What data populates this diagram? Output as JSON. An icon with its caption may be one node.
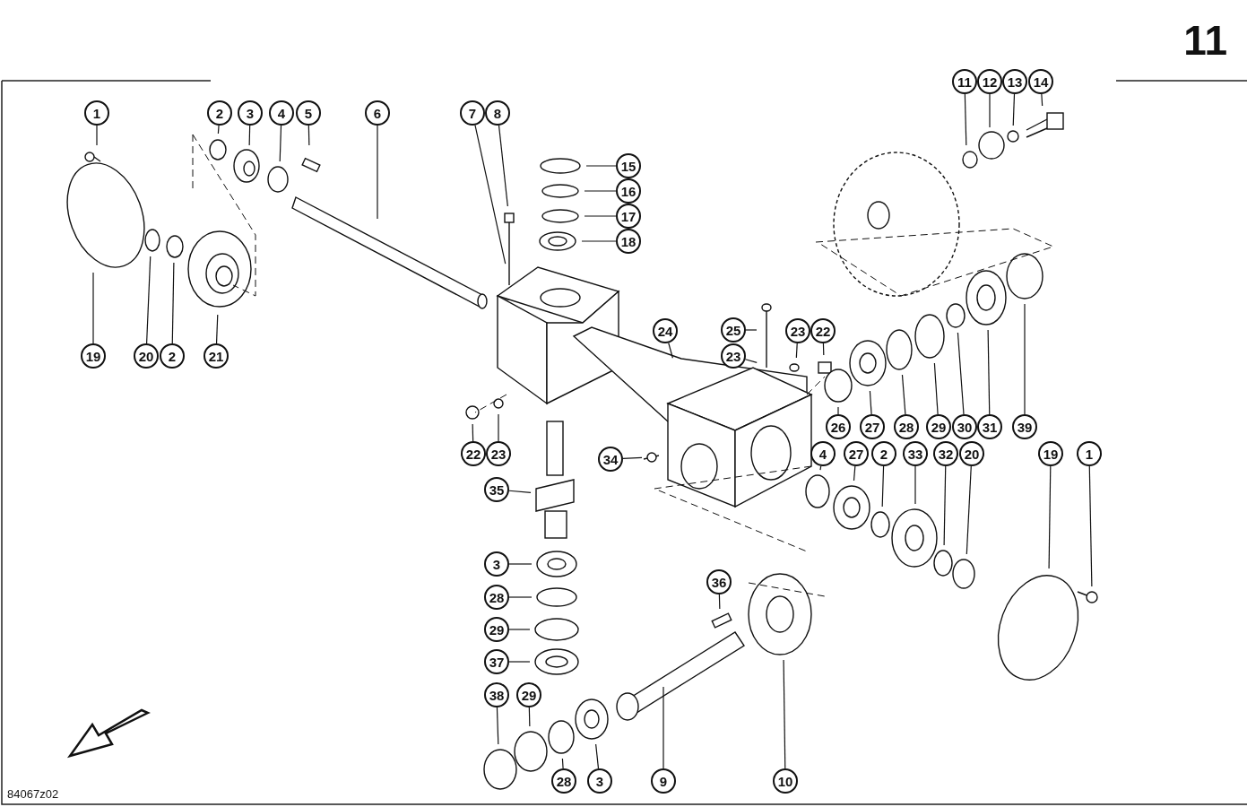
{
  "diagram": {
    "nodes": [
      {
        "text": [
          "1"
        ]
      },
      {
        "text": [
          "2"
        ]
      },
      {
        "text": [
          "3"
        ]
      },
      {
        "text": [
          "4"
        ]
      },
      {
        "text": [
          "5"
        ]
      },
      {
        "text": [
          "6"
        ]
      },
      {
        "text": [
          "7"
        ]
      },
      {
        "text": [
          "8"
        ]
      },
      {
        "text": [
          "15"
        ]
      },
      {
        "text": [
          "16"
        ]
      },
      {
        "text": [
          "17"
        ]
      },
      {
        "text": [
          "18"
        ]
      },
      {
        "text": [
          "11"
        ]
      },
      {
        "text": [
          "12"
        ]
      },
      {
        "text": [
          "13"
        ]
      },
      {
        "text": [
          "14"
        ]
      },
      {
        "text": [
          "19"
        ]
      },
      {
        "text": [
          "20"
        ]
      },
      {
        "text": [
          "2"
        ]
      },
      {
        "text": [
          "21"
        ]
      },
      {
        "text": [
          "24"
        ]
      },
      {
        "text": [
          "25"
        ]
      },
      {
        "text": [
          "23"
        ]
      },
      {
        "text": [
          "23"
        ]
      },
      {
        "text": [
          "22"
        ]
      },
      {
        "text": [
          "22"
        ]
      },
      {
        "text": [
          "23"
        ]
      },
      {
        "text": [
          "26"
        ]
      },
      {
        "text": [
          "27"
        ]
      },
      {
        "text": [
          "28"
        ]
      },
      {
        "text": [
          "29"
        ]
      },
      {
        "text": [
          "30"
        ]
      },
      {
        "text": [
          "31"
        ]
      },
      {
        "text": [
          "39"
        ]
      },
      {
        "text": [
          "34"
        ]
      },
      {
        "text": [
          "4"
        ]
      },
      {
        "text": [
          "27"
        ]
      },
      {
        "text": [
          "2"
        ]
      },
      {
        "text": [
          "33"
        ]
      },
      {
        "text": [
          "32"
        ]
      },
      {
        "text": [
          "20"
        ]
      },
      {
        "text": [
          "19"
        ]
      },
      {
        "text": [
          "1"
        ]
      },
      {
        "text": [
          "35"
        ]
      },
      {
        "text": [
          "3"
        ]
      },
      {
        "text": [
          "28"
        ]
      },
      {
        "text": [
          "29"
        ]
      },
      {
        "text": [
          "37"
        ]
      },
      {
        "text": [
          "36"
        ]
      },
      {
        "text": [
          "38"
        ]
      },
      {
        "text": [
          "29"
        ]
      },
      {
        "text": [
          "28"
        ]
      },
      {
        "text": [
          "3"
        ]
      },
      {
        "text": [
          "9"
        ]
      },
      {
        "text": [
          "10"
        ]
      }
    ],
    "edges": [
      {
        "from": 0,
        "to": null,
        "arrow": "none"
      },
      {
        "from": 1,
        "to": null,
        "arrow": "none"
      },
      {
        "from": 2,
        "to": null,
        "arrow": "none"
      },
      {
        "from": 3,
        "to": null,
        "arrow": "none"
      },
      {
        "from": 4,
        "to": null,
        "arrow": "none"
      },
      {
        "from": 5,
        "to": null,
        "arrow": "none"
      },
      {
        "from": 6,
        "to": null,
        "arrow": "none"
      },
      {
        "from": 7,
        "to": null,
        "arrow": "none"
      },
      {
        "from": 8,
        "to": null,
        "arrow": "none"
      },
      {
        "from": 9,
        "to": null,
        "arrow": "none"
      },
      {
        "from": 10,
        "to": null,
        "arrow": "none"
      },
      {
        "from": 11,
        "to": null,
        "arrow": "none"
      },
      {
        "from": 12,
        "to": null,
        "arrow": "none"
      },
      {
        "from": 13,
        "to": null,
        "arrow": "none"
      },
      {
        "from": 14,
        "to": null,
        "arrow": "none"
      },
      {
        "from": 15,
        "to": null,
        "arrow": "none"
      },
      {
        "from": 16,
        "to": null,
        "arrow": "none"
      },
      {
        "from": 17,
        "to": null,
        "arrow": "none"
      },
      {
        "from": 18,
        "to": null,
        "arrow": "none"
      },
      {
        "from": 19,
        "to": null,
        "arrow": "none"
      },
      {
        "from": 20,
        "to": null,
        "arrow": "none"
      },
      {
        "from": 21,
        "to": null,
        "arrow": "none"
      },
      {
        "from": 22,
        "to": null,
        "arrow": "none"
      },
      {
        "from": 23,
        "to": null,
        "arrow": "none"
      },
      {
        "from": 24,
        "to": null,
        "arrow": "none"
      },
      {
        "from": 25,
        "to": null,
        "arrow": "none"
      },
      {
        "from": 26,
        "to": null,
        "arrow": "none"
      },
      {
        "from": 27,
        "to": null,
        "arrow": "none"
      },
      {
        "from": 28,
        "to": null,
        "arrow": "none"
      },
      {
        "from": 29,
        "to": null,
        "arrow": "none"
      },
      {
        "from": 30,
        "to": null,
        "arrow": "none"
      },
      {
        "from": 31,
        "to": null,
        "arrow": "none"
      },
      {
        "from": 32,
        "to": null,
        "arrow": "none"
      },
      {
        "from": 33,
        "to": null,
        "arrow": "none"
      },
      {
        "from": 34,
        "to": null,
        "arrow": "none"
      },
      {
        "from": 35,
        "to": null,
        "arrow": "none"
      },
      {
        "from": 36,
        "to": null,
        "arrow": "none"
      },
      {
        "from": 37,
        "to": null,
        "arrow": "none"
      },
      {
        "from": 38,
        "to": null,
        "arrow": "none"
      },
      {
        "from": 39,
        "to": null,
        "arrow": "none"
      },
      {
        "from": 40,
        "to": null,
        "arrow": "none"
      },
      {
        "from": 41,
        "to": null,
        "arrow": "none"
      },
      {
        "from": 42,
        "to": null,
        "arrow": "none"
      },
      {
        "from": 43,
        "to": null,
        "arrow": "none"
      },
      {
        "from": 44,
        "to": null,
        "arrow": "none"
      },
      {
        "from": 45,
        "to": null,
        "arrow": "none"
      },
      {
        "from": 46,
        "to": null,
        "arrow": "none"
      },
      {
        "from": 47,
        "to": null,
        "arrow": "none"
      },
      {
        "from": 48,
        "to": null,
        "arrow": "none"
      },
      {
        "from": 49,
        "to": null,
        "arrow": "none"
      },
      {
        "from": 50,
        "to": null,
        "arrow": "none"
      },
      {
        "from": 51,
        "to": null,
        "arrow": "none"
      },
      {
        "from": 52,
        "to": null,
        "arrow": "none"
      },
      {
        "from": 53,
        "to": null,
        "arrow": "none"
      },
      {
        "from": 54,
        "to": null,
        "arrow": "none"
      }
    ],
    "labels": [
      "11",
      "84067z02"
    ]
  }
}
